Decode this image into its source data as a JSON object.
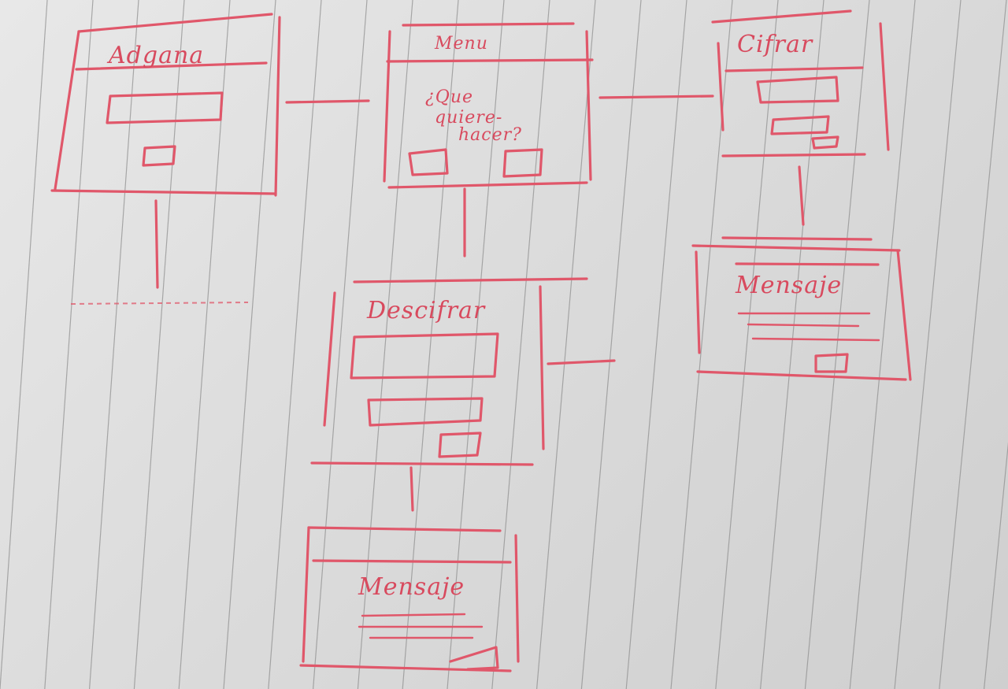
{
  "diagram": {
    "screens": {
      "login": {
        "title": "Adgana"
      },
      "menu": {
        "title": "Menu",
        "question_line1": "¿Que",
        "question_line2": "quiere-",
        "question_line3": "hacer?"
      },
      "encrypt": {
        "title": "Cifrar"
      },
      "decrypt": {
        "title": "Descifrar"
      },
      "message_encrypt": {
        "title": "Mensaje"
      },
      "message_decrypt": {
        "title": "Mensaje"
      }
    },
    "colors": {
      "ink": "#e0576a",
      "paper": "#e3e3e3",
      "rule_line": "#8c8c8c"
    }
  }
}
